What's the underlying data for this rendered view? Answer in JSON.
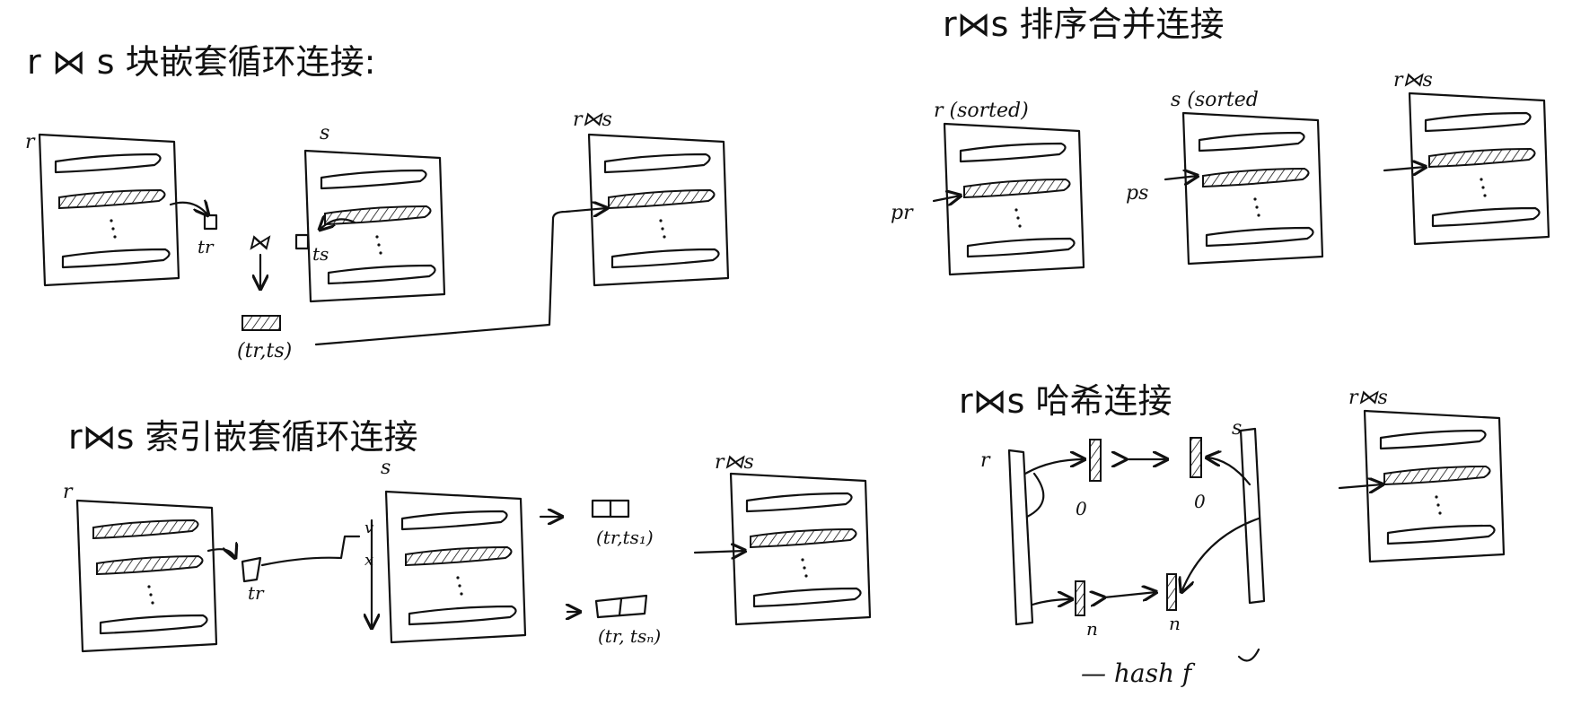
{
  "quadrants": {
    "block_nested_loop": {
      "title": "r ⋈ s  块嵌套循环连接:",
      "label_r": "r",
      "label_s": "s",
      "label_result": "r⋈s",
      "tr": "tr",
      "ts": "ts",
      "join_symbol": "⋈",
      "pair": "(tr,ts)"
    },
    "index_nested_loop": {
      "title": "r⋈s 索引嵌套循环连接",
      "label_r": "r",
      "label_s": "s",
      "label_result": "r⋈s",
      "tr": "tr",
      "pair_1": "(tr,ts₁)",
      "pair_n": "(tr, tsₙ)"
    },
    "sort_merge": {
      "title": "r⋈s  排序合并连接",
      "label_r": "r (sorted)",
      "label_s": "s (sorted",
      "label_result": "r⋈s",
      "pr": "pr",
      "ps": "ps"
    },
    "hash_join": {
      "title": "r⋈s  哈希连接",
      "label_r": "r",
      "label_s": "s",
      "label_result": "r⋈s",
      "bucket_0_r": "0",
      "bucket_0_s": "0",
      "bucket_n_r": "n",
      "bucket_n_s": "n",
      "hash_label": "— hash f"
    }
  }
}
